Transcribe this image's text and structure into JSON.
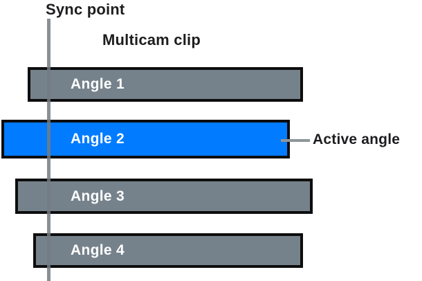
{
  "labels": {
    "sync_point": "Sync point",
    "title": "Multicam clip",
    "active_angle": "Active angle"
  },
  "bars": [
    {
      "label": "Angle 1",
      "active": false
    },
    {
      "label": "Angle 2",
      "active": true
    },
    {
      "label": "Angle 3",
      "active": false
    },
    {
      "label": "Angle 4",
      "active": false
    }
  ],
  "colors": {
    "bar_fill": "#76828b",
    "active_fill": "#017bff",
    "bar_border": "#0d0d0d",
    "sync_line_gray": "#8f979b",
    "connector_gray": "#8e969a",
    "text_dark": "#1d1d1f",
    "bar_text": "#ffffff"
  }
}
